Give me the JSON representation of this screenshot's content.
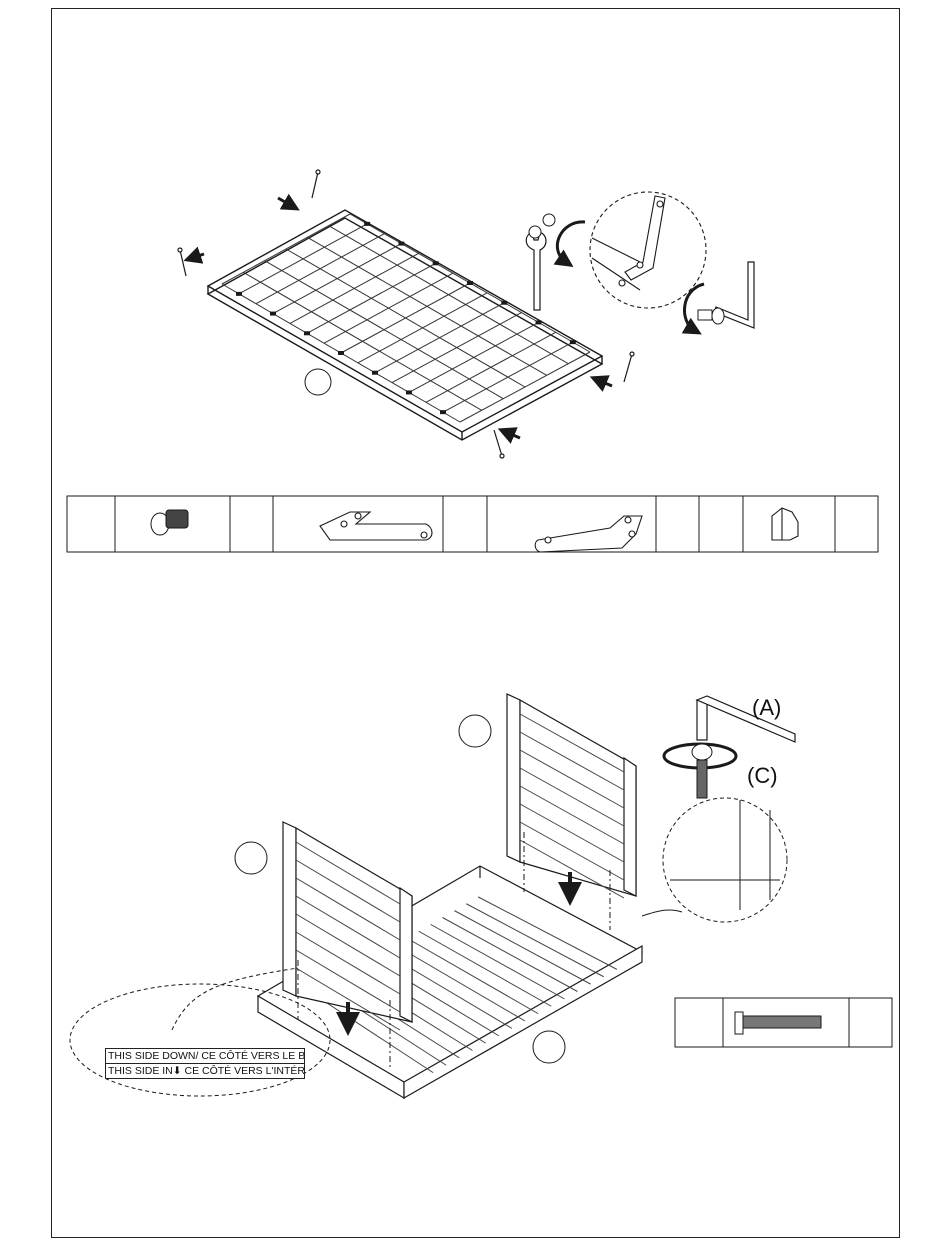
{
  "annotations": {
    "label_a": "(A)",
    "label_c": "(C)"
  },
  "label": {
    "line1": "THIS SIDE DOWN/ CE CÔTÉ VERS LE BAS",
    "line2_start": "THIS SIDE IN",
    "line2_end": " CE CÔTÉ VERS L'INTÉRIEUR"
  },
  "icons": {
    "parts_top": [
      "bolt-icon",
      "straight-bracket-icon",
      "angled-bracket-icon",
      "cap-nut-icon"
    ],
    "parts_bottom": [
      "long-bolt-icon"
    ],
    "tools": [
      "allen-key-icon",
      "wrench-icon"
    ]
  },
  "colors": {
    "ink": "#1a1a1a",
    "paper": "#ffffff",
    "shade": "#555555"
  }
}
